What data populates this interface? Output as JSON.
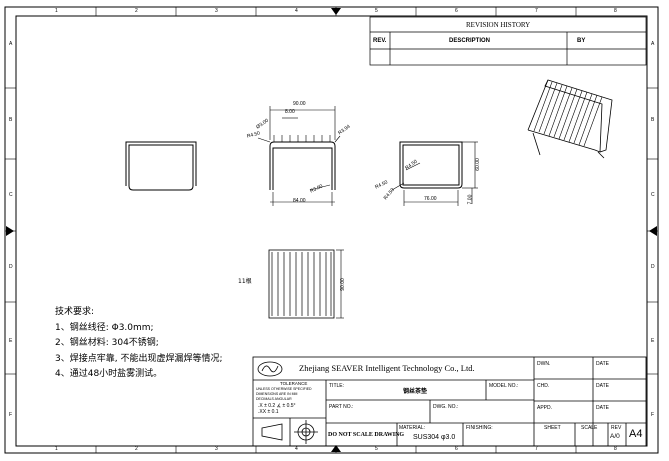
{
  "border": {
    "columns": [
      "1",
      "2",
      "3",
      "4",
      "5",
      "6",
      "7",
      "8"
    ],
    "rows": [
      "A",
      "B",
      "C",
      "D",
      "E",
      "F"
    ]
  },
  "revision": {
    "title": "REVISION HISTORY",
    "col_rev": "REV.",
    "col_desc": "DESCRIPTION",
    "col_by": "BY"
  },
  "views": {
    "top": {
      "dim_width_outer": "90.00",
      "dim_pitch": "8.00",
      "dim_dia_left": "Ø3.00",
      "dim_r_left": "R4.50",
      "dim_r_right": "R3.94",
      "dim_r_bottom": "R3.00",
      "dim_width_inner": "84.00"
    },
    "side": {
      "dim_r_top": "R4.50",
      "dim_r_bottom_a": "R4.50",
      "dim_r_bottom_b": "R4.50",
      "dim_height": "60.00",
      "dim_width": "76.00",
      "dim_small": "7.00"
    },
    "plan": {
      "count_label": "11根",
      "dim_length": "90.00"
    }
  },
  "notes": {
    "title": "技术要求:",
    "items": [
      "1、钢丝线径: Φ3.0mm;",
      "2、钢丝材料: 304不锈钢;",
      "3、焊接点牢靠, 不能出现虚焊漏焊等情况;",
      "4、通过48小时盐雾测试。"
    ]
  },
  "title_block": {
    "company": "Zhejiang SEAVER Intelligent Technology Co., Ltd.",
    "tolerance_title": "TOLERANCE",
    "tolerance_lines": [
      "UNLESS OTHERWISE SPECIFIED",
      "DIMENSIONS ARE IN MM",
      "DECIMALS          ANGULAR",
      ".X     ± 0.2   ∡ ± 0.5°",
      ".XX    ± 0.1"
    ],
    "title_label": "TITLE:",
    "title_value": "钢丝茶垫",
    "model_label": "MODEL NO.:",
    "part_label": "PART NO.:",
    "dwg_label": "DWG. NO.:",
    "dwn_label": "DWN.",
    "date_label_1": "DATE",
    "chd_label": "CHD.",
    "date_label_2": "DATE",
    "appd_label": "APPD.",
    "date_label_3": "DATE",
    "no_scale": "DO NOT SCALE DRAWING",
    "material_label": "MATERIAL:",
    "material_value": "SUS304  φ3.0",
    "finishing_label": "FINISHING:",
    "sheet_label": "SHEET",
    "scale_label": "SCALE",
    "rev_label": "REV",
    "rev_value": "A/0",
    "size": "A4"
  }
}
